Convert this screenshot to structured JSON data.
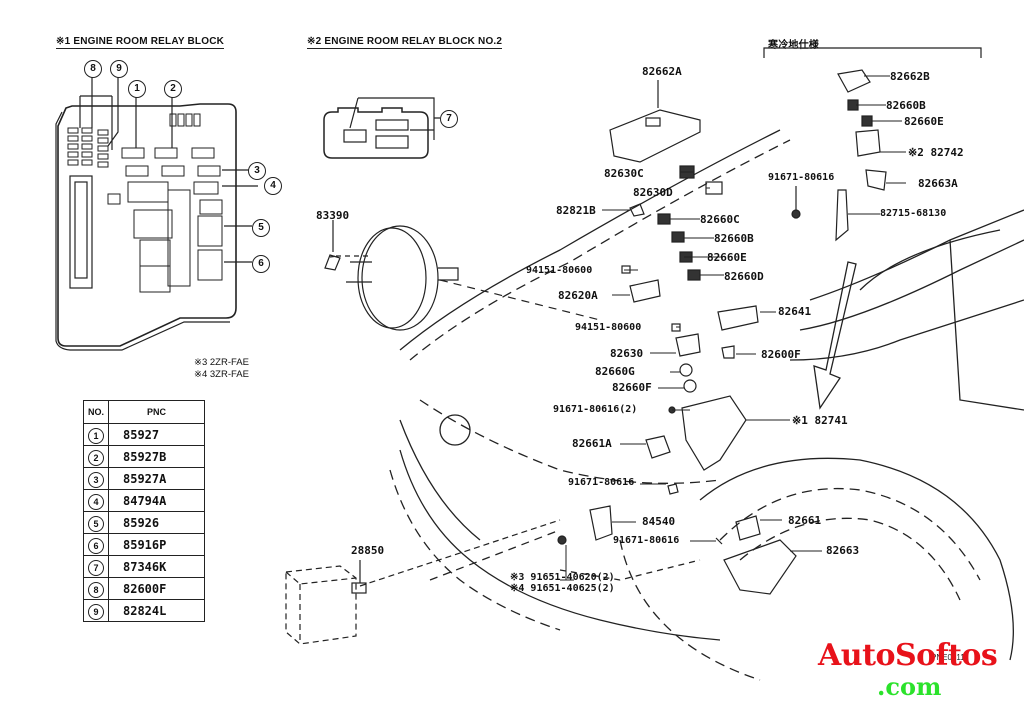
{
  "headers": {
    "relay_block_1": "※1 ENGINE ROOM RELAY BLOCK",
    "relay_block_2": "※2 ENGINE ROOM RELAY BLOCK NO.2",
    "cold_climate": "寒冷地仕様"
  },
  "engine_notes": [
    "※3 2ZR-FAE",
    "※4 3ZR-FAE"
  ],
  "pnc_table": {
    "headers": [
      "NO.",
      "PNC"
    ],
    "rows": [
      {
        "no": "1",
        "pnc": "85927"
      },
      {
        "no": "2",
        "pnc": "85927B"
      },
      {
        "no": "3",
        "pnc": "85927A"
      },
      {
        "no": "4",
        "pnc": "84794A"
      },
      {
        "no": "5",
        "pnc": "85926"
      },
      {
        "no": "6",
        "pnc": "85916P"
      },
      {
        "no": "7",
        "pnc": "87346K"
      },
      {
        "no": "8",
        "pnc": "82600F"
      },
      {
        "no": "9",
        "pnc": "82824L"
      }
    ]
  },
  "relay_callouts": [
    "1",
    "2",
    "3",
    "4",
    "5",
    "6",
    "7",
    "8",
    "9"
  ],
  "part_labels": {
    "p82662A": "82662A",
    "p82630C": "82630C",
    "p82630D": "82630D",
    "p82821B": "82821B",
    "p82660C": "82660C",
    "p82660B": "82660B",
    "p82660E": "82660E",
    "p82660D": "82660D",
    "p94151_a": "94151-80600",
    "p82620A": "82620A",
    "p82641": "82641",
    "p94151_b": "94151-80600",
    "p82630": "82630",
    "p82600F": "82600F",
    "p82660G": "82660G",
    "p82660F": "82660F",
    "p91671_2": "91671-80616(2)",
    "p82741": "※1 82741",
    "p82661A": "82661A",
    "p91671_c": "91671-80616",
    "p84540": "84540",
    "p82661": "82661",
    "p91671_d": "91671-80616",
    "p82663": "82663",
    "p91651_3": "※3 91651-40620(2)",
    "p91651_4": "※4 91651-40625(2)",
    "p28850": "28850",
    "p83390": "83390",
    "c82662B": "82662B",
    "c82660B": "82660B",
    "c82660E": "82660E",
    "c82742": "※2 82742",
    "c82663A": "82663A",
    "c91671": "91671-80616",
    "c82715": "82715-68130"
  },
  "figure_ref": "PNE0911",
  "watermark": {
    "line1": "AutoSoftos",
    "line2": ".com",
    "color1": "#e8121a",
    "color2": "#2be22b"
  }
}
